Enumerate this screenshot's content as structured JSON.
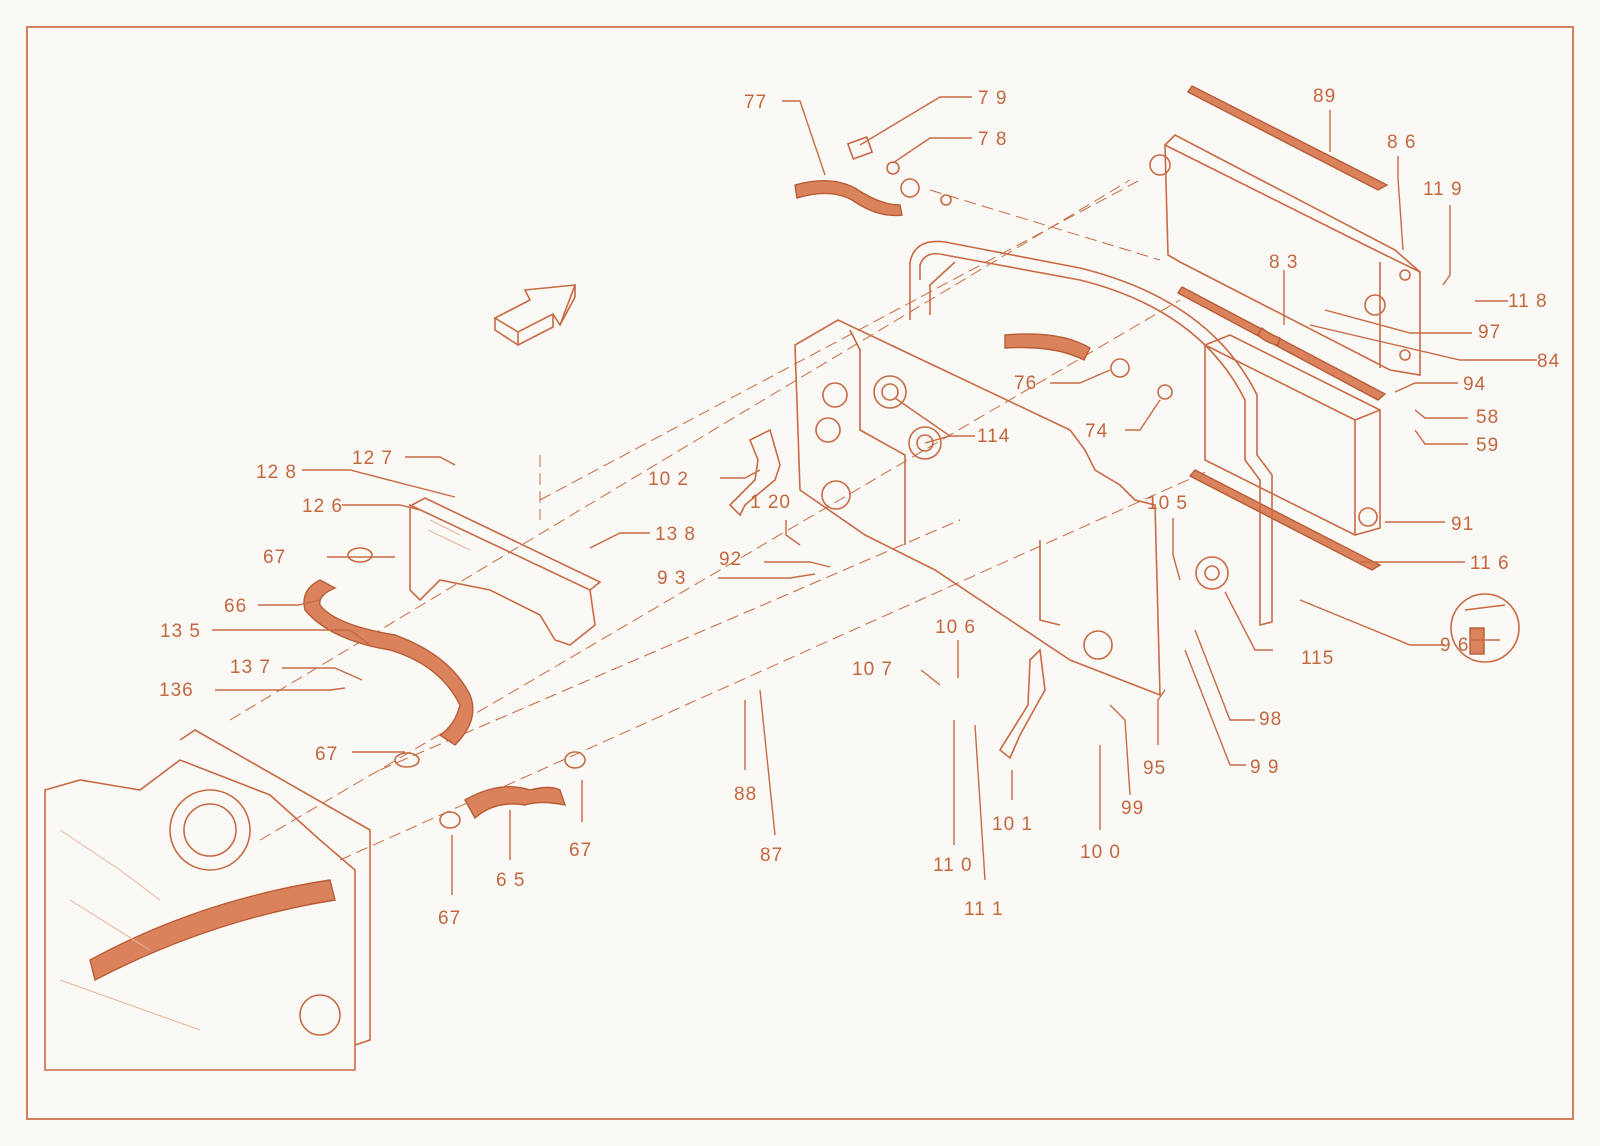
{
  "colors": {
    "accent": "#c4673f",
    "line": "#c86a44",
    "background": "#fbf9f5",
    "hose_fill": "#d9825c"
  },
  "icons": {
    "direction_arrow": "arrow-icon",
    "seal_detail": "seal-detail-icon"
  },
  "callouts": {
    "c77": "77",
    "c79": "7 9",
    "c78": "7 8",
    "c89": "89",
    "c86": "8 6",
    "c119": "11 9",
    "c83": "8 3",
    "c118": "11 8",
    "c97": "97",
    "c84": "84",
    "c76": "76",
    "c94": "94",
    "c58": "58",
    "c74": "74",
    "c114": "114",
    "c59": "59",
    "c127": "12 7",
    "c128": "12 8",
    "c102": "10 2",
    "c105": "10 5",
    "c91": "91",
    "c126": "12 6",
    "c120": "1 20",
    "c138": "13 8",
    "c67a": "67",
    "c92": "92",
    "c93": "9 3",
    "c116": "11 6",
    "c66": "66",
    "c135": "13 5",
    "c106": "10 6",
    "c96": "9 6",
    "c115": "115",
    "c137": "13 7",
    "c107": "10 7",
    "c136": "136",
    "c98": "98",
    "c67b": "67",
    "c95": "95",
    "c99a": "9 9",
    "c88": "88",
    "c99b": "99",
    "c67c": "67",
    "c101": "10 1",
    "c100": "10 0",
    "c87": "87",
    "c110": "11 0",
    "c65": "6 5",
    "c111": "11 1",
    "c67d": "67"
  }
}
